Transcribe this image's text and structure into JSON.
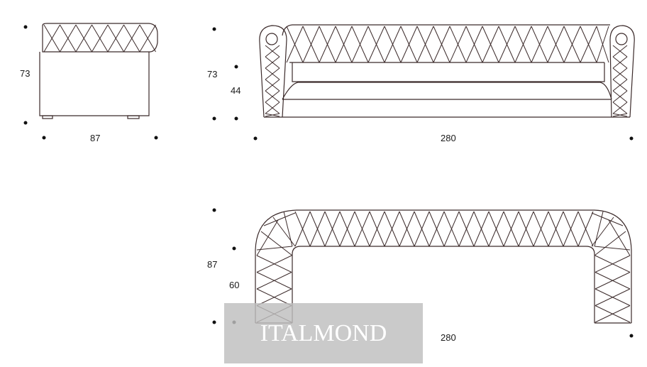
{
  "drawing": {
    "line_color": "#3b2a2a",
    "dot_color": "#111111",
    "armchair_front": {
      "height_label": "73",
      "width_label": "87"
    },
    "sofa_front": {
      "height_label": "73",
      "seat_height_label": "44",
      "width_label": "280"
    },
    "sofa_top": {
      "depth_label": "87",
      "seat_depth_label": "60",
      "width_label": "280"
    }
  },
  "watermark": {
    "text": "ITALMOND",
    "icon": "italmond-logo-icon"
  }
}
